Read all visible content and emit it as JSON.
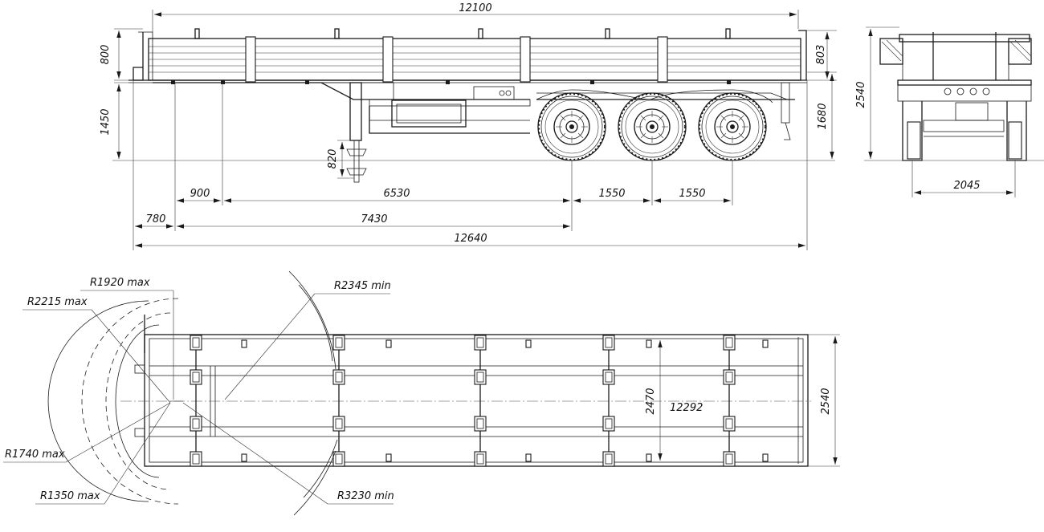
{
  "side_view": {
    "dims": {
      "overall_top": "12100",
      "board_height_front": "800",
      "board_height_rear": "803",
      "deck_height": "1450",
      "total_height_rear": "1680",
      "leg_travel": "820",
      "span_900": "900",
      "span_6530": "6530",
      "axle_1550_a": "1550",
      "axle_1550_b": "1550",
      "span_780": "780",
      "span_7430": "7430",
      "overall_bottom": "12640"
    }
  },
  "rear_view": {
    "dims": {
      "height": "2540",
      "track": "2045"
    }
  },
  "top_view": {
    "dims": {
      "inner_width": "2470",
      "inner_length": "12292",
      "outer_width": "2540"
    },
    "radii": {
      "r1920": "R1920 max",
      "r2215": "R2215 max",
      "r2345": "R2345 min",
      "r1740": "R1740 max",
      "r1350": "R1350 max",
      "r3230": "R3230 min"
    }
  }
}
